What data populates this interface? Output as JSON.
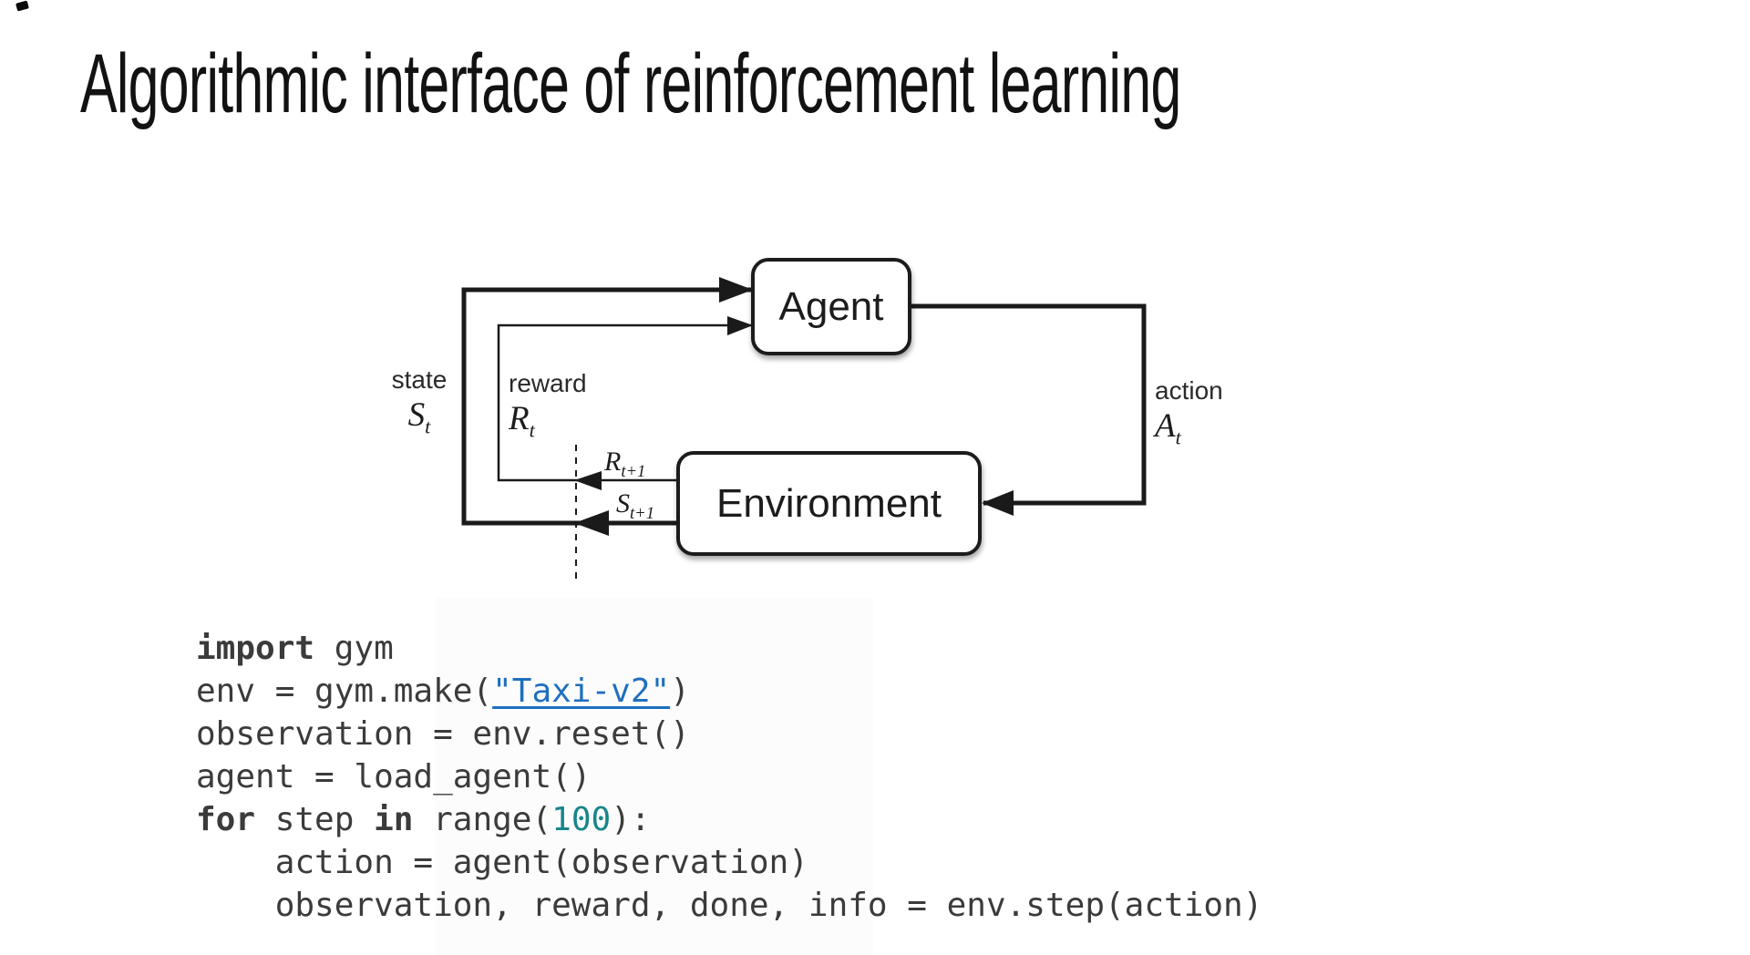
{
  "slide": {
    "title": "Algorithmic interface of reinforcement learning"
  },
  "diagram": {
    "agent_label": "Agent",
    "environment_label": "Environment",
    "state_label": "state",
    "state_symbol": {
      "base": "S",
      "sub": "t"
    },
    "reward_label": "reward",
    "reward_symbol": {
      "base": "R",
      "sub": "t"
    },
    "action_label": "action",
    "action_symbol": {
      "base": "A",
      "sub": "t"
    },
    "next_reward_symbol": {
      "base": "R",
      "sub": "t+1"
    },
    "next_state_symbol": {
      "base": "S",
      "sub": "t+1"
    },
    "colors": {
      "line": "#1a1a1a",
      "box_fill": "#ffffff"
    }
  },
  "code": {
    "colors": {
      "plain": "#3b3b3b",
      "link": "#1f6fbf",
      "number": "#17868b"
    },
    "lines": [
      [
        {
          "t": "import",
          "s": "kw"
        },
        {
          "t": " gym",
          "s": "p"
        }
      ],
      [
        {
          "t": "env = gym.make(",
          "s": "p"
        },
        {
          "t": "\"Taxi-v2\"",
          "s": "link"
        },
        {
          "t": ")",
          "s": "p"
        }
      ],
      [
        {
          "t": "observation = env.reset()",
          "s": "p"
        }
      ],
      [
        {
          "t": "agent = load_agent()",
          "s": "p"
        }
      ],
      [
        {
          "t": "for",
          "s": "kw"
        },
        {
          "t": " step ",
          "s": "p"
        },
        {
          "t": "in",
          "s": "kw"
        },
        {
          "t": " range(",
          "s": "p"
        },
        {
          "t": "100",
          "s": "num"
        },
        {
          "t": "):",
          "s": "p"
        }
      ],
      [
        {
          "t": "    action = agent(observation)",
          "s": "p"
        }
      ],
      [
        {
          "t": "    observation, reward, done, info = env.step(action)",
          "s": "p"
        }
      ]
    ]
  }
}
